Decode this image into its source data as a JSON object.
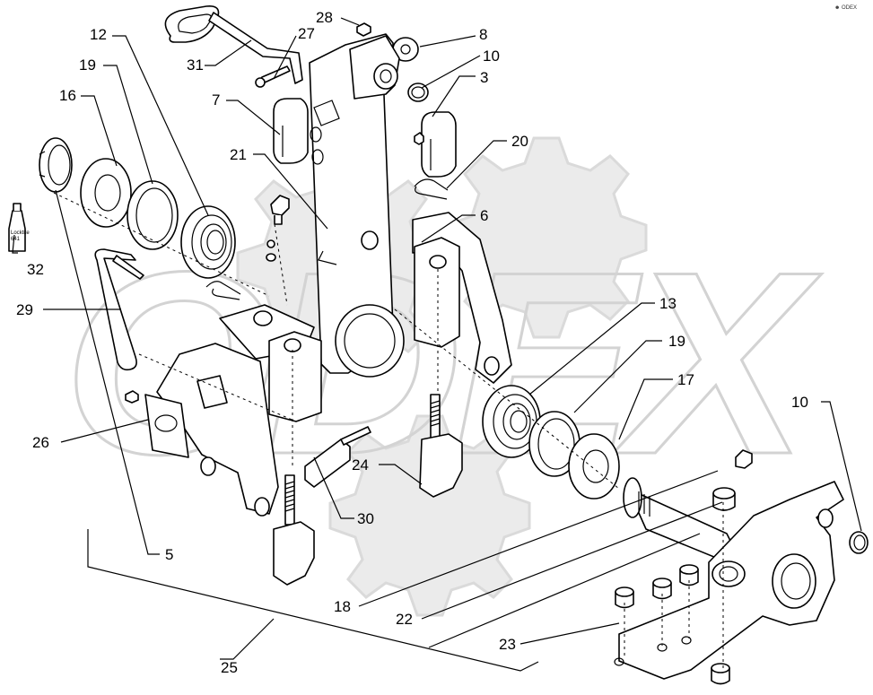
{
  "diagram": {
    "corner_mark": "☻ ODEX",
    "watermark": "ODEX",
    "tag_label": "Locktite\n641",
    "callouts": [
      {
        "id": "c28",
        "text": "28"
      },
      {
        "id": "c27",
        "text": "27"
      },
      {
        "id": "c8",
        "text": "8"
      },
      {
        "id": "c12",
        "text": "12"
      },
      {
        "id": "c10a",
        "text": "10"
      },
      {
        "id": "c3",
        "text": "3"
      },
      {
        "id": "c19a",
        "text": "19"
      },
      {
        "id": "c31",
        "text": "31"
      },
      {
        "id": "c16",
        "text": "16"
      },
      {
        "id": "c7",
        "text": "7"
      },
      {
        "id": "c20",
        "text": "20"
      },
      {
        "id": "c21",
        "text": "21"
      },
      {
        "id": "c6",
        "text": "6"
      },
      {
        "id": "c32",
        "text": "32"
      },
      {
        "id": "c29",
        "text": "29"
      },
      {
        "id": "c13",
        "text": "13"
      },
      {
        "id": "c19b",
        "text": "19"
      },
      {
        "id": "c17",
        "text": "17"
      },
      {
        "id": "c10b",
        "text": "10"
      },
      {
        "id": "c26",
        "text": "26"
      },
      {
        "id": "c24",
        "text": "24"
      },
      {
        "id": "c30",
        "text": "30"
      },
      {
        "id": "c5",
        "text": "5"
      },
      {
        "id": "c18",
        "text": "18"
      },
      {
        "id": "c22",
        "text": "22"
      },
      {
        "id": "c23",
        "text": "23"
      },
      {
        "id": "c25",
        "text": "25"
      }
    ]
  }
}
